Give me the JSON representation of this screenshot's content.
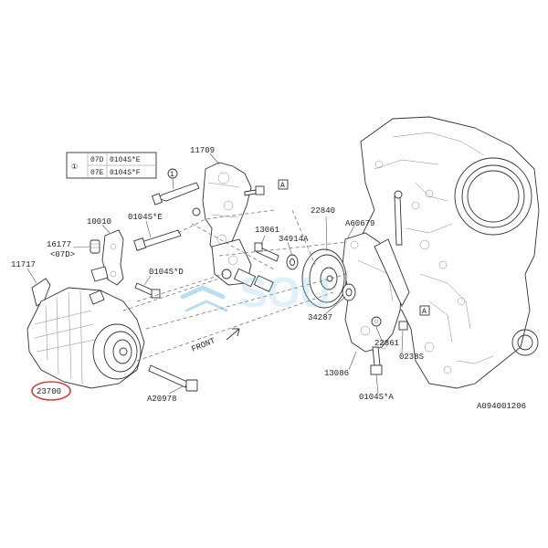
{
  "callouts": {
    "p11709": "11709",
    "p10010": "10010",
    "p0104s_e": "0104S*E",
    "p16177": "16177",
    "p07d": "<07D>",
    "p11717": "11717",
    "p0104s_d": "0104S*D",
    "p23700": "23700",
    "p20978": "A20978",
    "p13061": "13061",
    "p34914a": "34914A",
    "p22840": "22840",
    "p60679": "A60679",
    "p34287": "34287",
    "p22861": "22861",
    "p0238s": "0238S",
    "p13086": "13086",
    "p0104s_a": "0104S*A",
    "ref_a1": "A",
    "ref_a2": "A",
    "front": "FRONT",
    "diagram_id": "A094001206"
  },
  "legend_table": {
    "symbol": "①",
    "rows": [
      {
        "code": "07D",
        "part": "0104S*E"
      },
      {
        "code": "07E",
        "part": "0104S*F"
      }
    ]
  },
  "index_marker": "1",
  "watermark": "SOU",
  "highlight_color": "#e03a2e",
  "watermark_color": "#7ec8e3"
}
